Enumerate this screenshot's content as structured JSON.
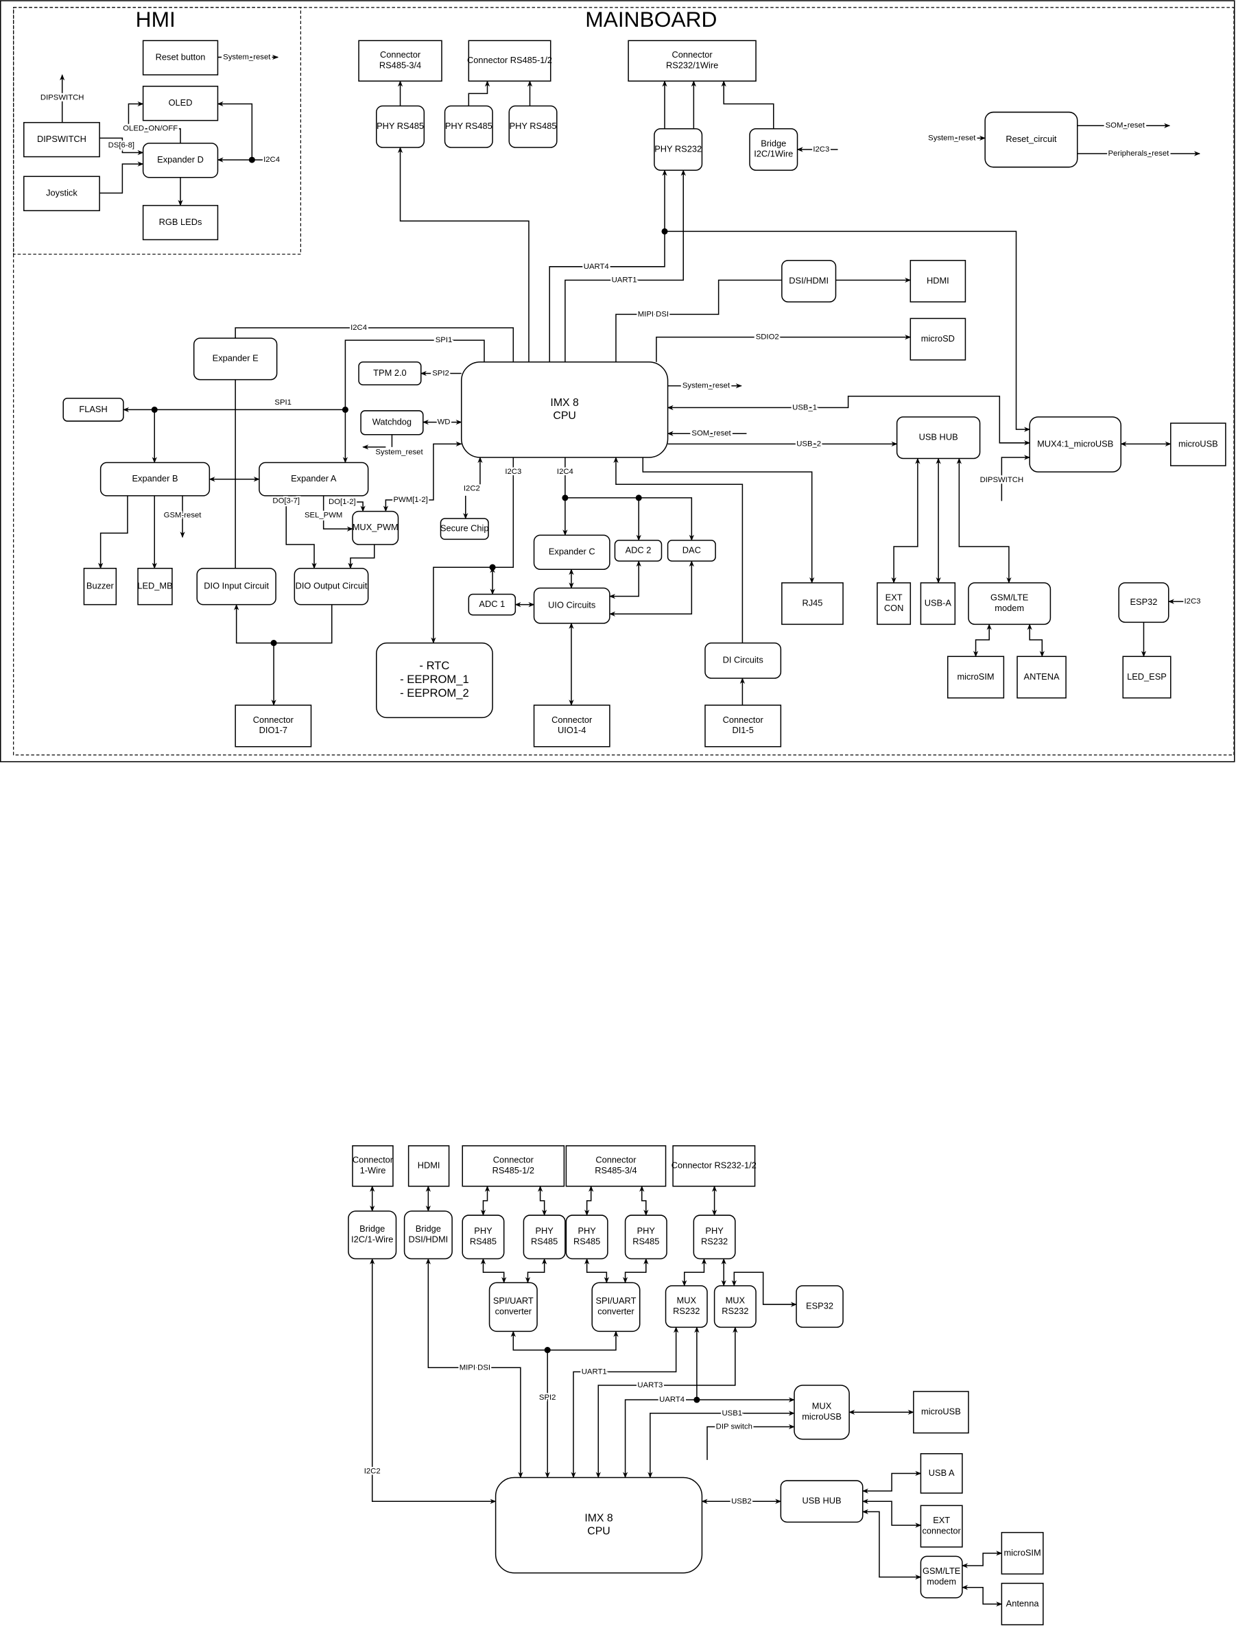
{
  "top": {
    "titles": {
      "hmi": "HMI",
      "mainboard": "MAINBOARD"
    },
    "blocks": {
      "reset_button": "Reset button",
      "oled": "OLED",
      "dipswitch": "DIPSWITCH",
      "expander_d": "Expander D",
      "joystick": "Joystick",
      "rgb_leds": "RGB LEDs",
      "conn_rs485_34": [
        "Connector",
        "RS485-3/4"
      ],
      "conn_rs485_12": "Connector RS485-1/2",
      "conn_rs232": [
        "Connector",
        "RS232/1Wire"
      ],
      "phy_rs485_a": "PHY RS485",
      "phy_rs485_b": "PHY RS485",
      "phy_rs485_c": "PHY RS485",
      "phy_rs232": "PHY RS232",
      "bridge": [
        "Bridge",
        "I2C/1Wire"
      ],
      "reset_circuit": "Reset_circuit",
      "dsi_hdmi": "DSI/HDMI",
      "hdmi": "HDMI",
      "microsd": "microSD",
      "expander_e": "Expander E",
      "tpm": "TPM 2.0",
      "cpu": [
        "IMX 8",
        "CPU"
      ],
      "flash": "FLASH",
      "watchdog": "Watchdog",
      "usb_hub": "USB HUB",
      "mux4": "MUX4:1_microUSB",
      "microusb": "microUSB",
      "expander_b": "Expander B",
      "expander_a": "Expander A",
      "mux_pwm": "MUX_PWM",
      "secure_chip": "Secure Chip",
      "expander_c": "Expander C",
      "adc2": "ADC 2",
      "dac": "DAC",
      "buzzer": "Buzzer",
      "led_mb": "LED_MB",
      "dio_input": "DIO Input Circuit",
      "dio_output": "DIO Output Circuit",
      "adc1": "ADC 1",
      "uio_circuits": "UIO Circuits",
      "rj45": "RJ45",
      "ext_con": [
        "EXT",
        "CON"
      ],
      "usb_a": "USB-A",
      "gsm": [
        "GSM/LTE",
        "modem"
      ],
      "esp32": "ESP32",
      "rtc_eeprom": [
        "- RTC",
        "- EEPROM_1",
        "- EEPROM_2"
      ],
      "di_circuits": "DI Circuits",
      "microsim": "microSIM",
      "antena": "ANTENA",
      "led_esp": "LED_ESP",
      "conn_dio": [
        "Connector",
        "DIO1-7"
      ],
      "conn_uio": [
        "Connector",
        "UIO1-4"
      ],
      "conn_di": [
        "Connector",
        "DI1-5"
      ]
    },
    "signals": {
      "system_reset_hmi": "System_reset",
      "dipswitch_out": "DIPSWITCH",
      "ds_6_8": "DS[6-8]",
      "oled_on_off": "OLED_ON/OFF",
      "i2c4_hmi": "I2C4",
      "uart4": "UART4",
      "uart1": "UART1",
      "i2c3_bridge": "I2C3",
      "system_reset_rc": "System_reset",
      "som_reset_out": "SOM_reset",
      "peripherals_reset": "Peripherals_reset",
      "mipi_dsi": "MIPI DSI",
      "sdio2": "SDIO2",
      "system_reset_cpu": "System_reset",
      "usb_1": "USB_1",
      "som_reset_in": "SOM_reset",
      "usb_2": "USB_2",
      "dipswitch_mux": "DIPSWITCH",
      "i2c3_esp": "I2C3",
      "i2c4_cpu": "I2C4",
      "i2c3_cpu": "I2C3",
      "i2c2": "I2C2",
      "pwm": "PWM[1-2]",
      "wd": "WD",
      "system_reset_wd": "System_reset",
      "spi2": "SPI2",
      "spi1_top": "SPI1",
      "spi1_flash": "SPI1",
      "i2c4_exp": "I2C4",
      "gsm_reset": "GSM-reset",
      "do_3_7": "DO[3-7]",
      "sel_pwm": "SEL_PWM",
      "do_1_2": "DO[1-2]"
    }
  },
  "bottom": {
    "blocks": {
      "conn_1wire": [
        "Connector",
        "1-Wire"
      ],
      "hdmi": "HDMI",
      "conn_rs485_12": [
        "Connector",
        "RS485-1/2"
      ],
      "conn_rs485_34": [
        "Connector",
        "RS485-3/4"
      ],
      "conn_rs232": "Connector RS232-1/2",
      "bridge_1wire": [
        "Bridge",
        "I2C/1-Wire"
      ],
      "bridge_dsi": [
        "Bridge",
        "DSI/HDMI"
      ],
      "phy_rs485_1": [
        "PHY",
        "RS485"
      ],
      "phy_rs485_2": [
        "PHY",
        "RS485"
      ],
      "phy_rs485_3": [
        "PHY",
        "RS485"
      ],
      "phy_rs485_4": [
        "PHY",
        "RS485"
      ],
      "phy_rs232": [
        "PHY",
        "RS232"
      ],
      "spi_uart_1": [
        "SPI/UART",
        "converter"
      ],
      "spi_uart_2": [
        "SPI/UART",
        "converter"
      ],
      "mux_rs232_1": [
        "MUX",
        "RS232"
      ],
      "mux_rs232_2": [
        "MUX",
        "RS232"
      ],
      "esp32": "ESP32",
      "mux_microusb": [
        "MUX",
        "microUSB"
      ],
      "microusb": "microUSB",
      "cpu": [
        "IMX 8",
        "CPU"
      ],
      "usb_hub": "USB HUB",
      "usb_a": "USB A",
      "ext_connector": [
        "EXT",
        "connector"
      ],
      "gsm": [
        "GSM/LTE",
        "modem"
      ],
      "microsim": "microSIM",
      "antenna": "Antenna"
    },
    "signals": {
      "spi2": "SPI2",
      "mipi_dsi": "MIPI DSI",
      "i2c2": "I2C2",
      "uart1": "UART1",
      "uart3": "UART3",
      "uart4": "UART4",
      "usb1": "USB1",
      "dip_switch": "DIP switch",
      "usb2": "USB2"
    }
  }
}
